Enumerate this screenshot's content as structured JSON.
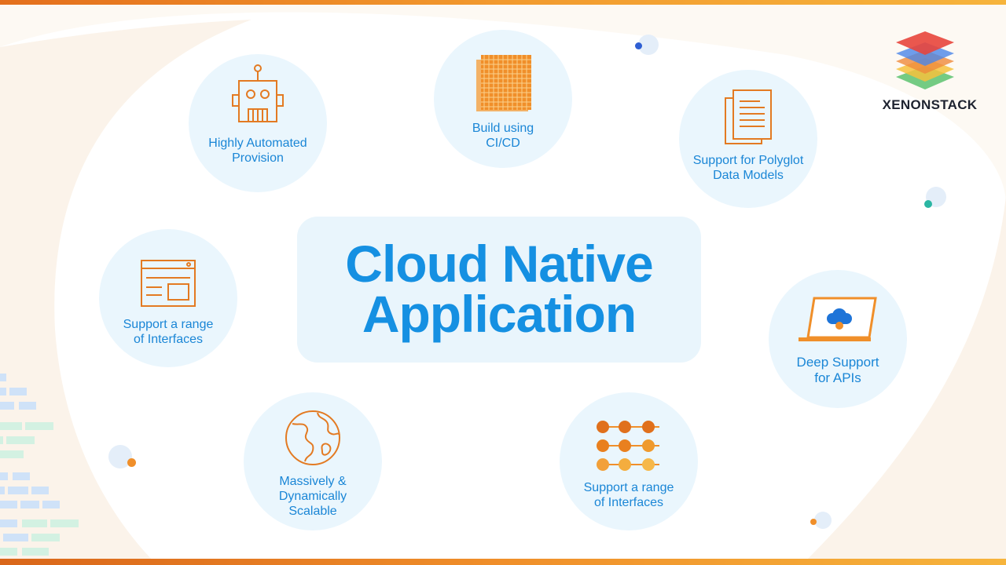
{
  "title": "Cloud Native\nApplication",
  "brand": {
    "name": "XENONSTACK"
  },
  "features": [
    {
      "label": "Highly Automated\nProvision",
      "icon": "robot-icon"
    },
    {
      "label": "Build using\nCI/CD",
      "icon": "container-stack-icon"
    },
    {
      "label": "Support for Polyglot\nData Models",
      "icon": "documents-icon"
    },
    {
      "label": "Support a range\nof Interfaces",
      "icon": "browser-window-icon"
    },
    {
      "label": "Deep Support\nfor APIs",
      "icon": "laptop-cloud-icon"
    },
    {
      "label": "Massively &\nDynamically\nScalable",
      "icon": "globe-icon"
    },
    {
      "label": "Support a range\nof Interfaces",
      "icon": "node-grid-icon"
    }
  ],
  "colors": {
    "accent_blue": "#1a86d6",
    "icon_orange": "#e37a22",
    "circle_fill": "#eaf6fd"
  }
}
